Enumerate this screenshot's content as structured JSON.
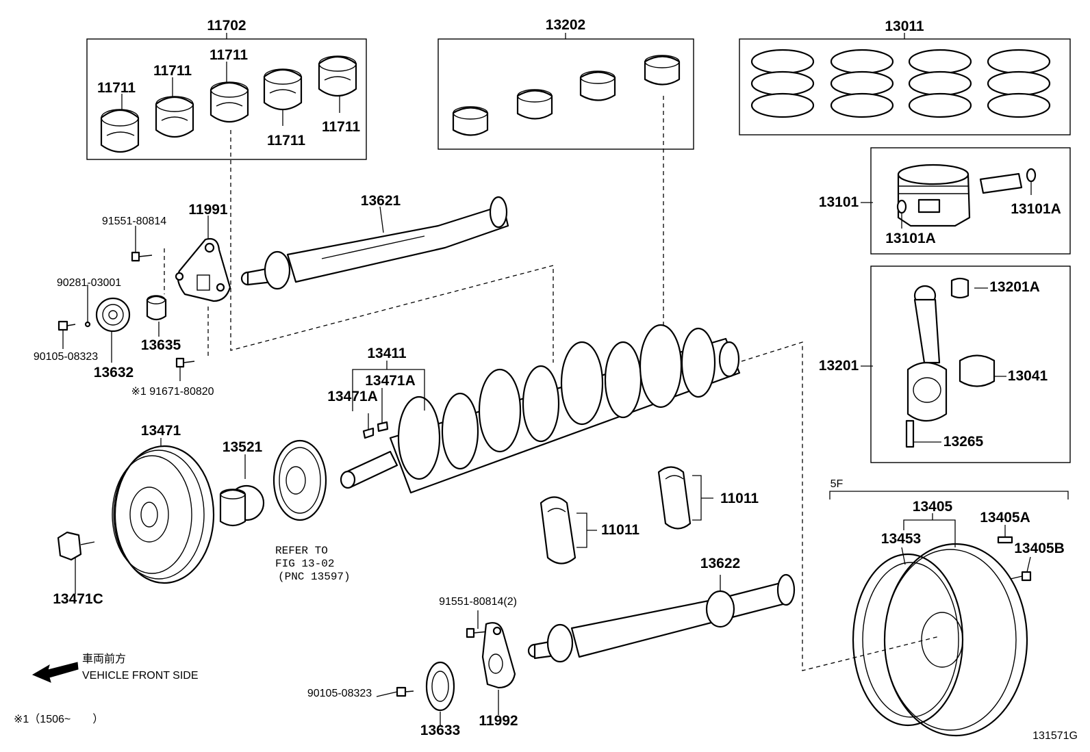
{
  "labels": {
    "p11702": "11702",
    "p11711_a": "11711",
    "p11711_b": "11711",
    "p11711_c": "11711",
    "p11711_d": "11711",
    "p11711_e": "11711",
    "p13202": "13202",
    "p13011": "13011",
    "p13101": "13101",
    "p13101A_a": "13101A",
    "p13101A_b": "13101A",
    "p13621": "13621",
    "p11991": "11991",
    "p91551_80814": "91551-80814",
    "p90281_03001": "90281-03001",
    "p13635": "13635",
    "p90105_08323_a": "90105-08323",
    "p13632": "13632",
    "p91671_80820": "※1 91671-80820",
    "p13411": "13411",
    "p13471A_a": "13471A",
    "p13471A_b": "13471A",
    "p13201A": "13201A",
    "p13201": "13201",
    "p13041": "13041",
    "p13265": "13265",
    "p13471": "13471",
    "p13521": "13521",
    "p11011_a": "11011",
    "p11011_b": "11011",
    "p5F": "5F",
    "p13405": "13405",
    "p13405A": "13405A",
    "p13453": "13453",
    "p13405B": "13405B",
    "p13471C": "13471C",
    "p13622": "13622",
    "p91551_80814_2": "91551-80814(2)",
    "p90105_08323_b": "90105-08323",
    "p13633": "13633",
    "p11992": "11992"
  },
  "refer": {
    "line1": "REFER TO",
    "line2": "FIG 13-02",
    "line3": "(PNC 13597)"
  },
  "front": {
    "jp": "車両前方",
    "en": "VEHICLE FRONT SIDE"
  },
  "footnote": "※1（1506~　　）",
  "figure_id": "131571G"
}
